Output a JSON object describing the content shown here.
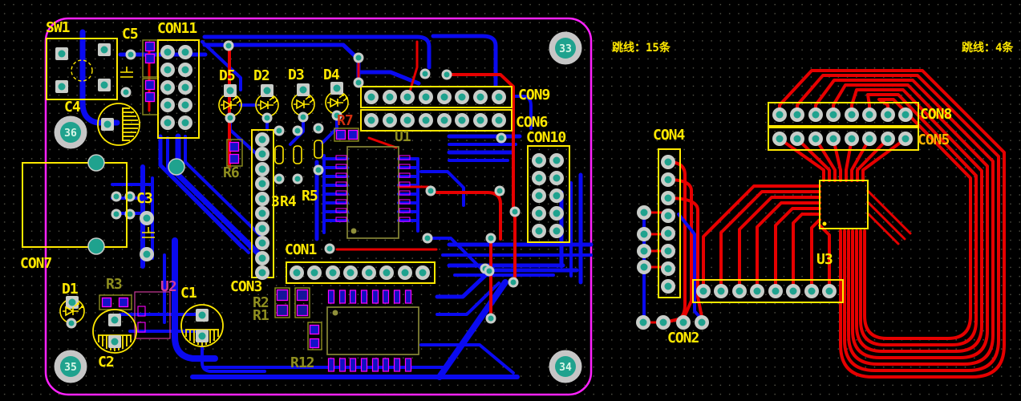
{
  "annotations": {
    "jumper_count_left": "跳线：15条",
    "jumper_count_right": "跳线：4条"
  },
  "labels": {
    "sw1": "SW1",
    "c5": "C5",
    "con11": "CON11",
    "d5": "D5",
    "d2": "D2",
    "d3": "D3",
    "d4": "D4",
    "con9": "CON9",
    "con6": "CON6",
    "con10": "CON10",
    "u1": "U1",
    "r7": "R7",
    "c4": "C4",
    "r6": "R6",
    "c3": "C3",
    "stray3": "3",
    "r4": "R4",
    "r5": "R5",
    "con7": "CON7",
    "con3": "CON3",
    "con1": "CON1",
    "d1": "D1",
    "r3": "R3",
    "u2": "U2",
    "c1": "C1",
    "c2": "C2",
    "r2": "R2",
    "r1": "R1",
    "r12": "R12",
    "con4": "CON4",
    "con8": "CON8",
    "con5": "CON5",
    "u3": "U3",
    "con2": "CON2"
  },
  "mounting_holes": {
    "h33": "33",
    "h34": "34",
    "h35": "35",
    "h36": "36"
  },
  "colors": {
    "background": "#000000",
    "trace_bottom_layer": "#0a0af0",
    "trace_top_layer": "#e60000",
    "silkscreen": "#ffe800",
    "silkscreen_dim": "#8f8f1f",
    "board_outline": "#ff22ff",
    "pad_ring": "#c9cdc9",
    "pad_hole": "#1fa28e"
  }
}
